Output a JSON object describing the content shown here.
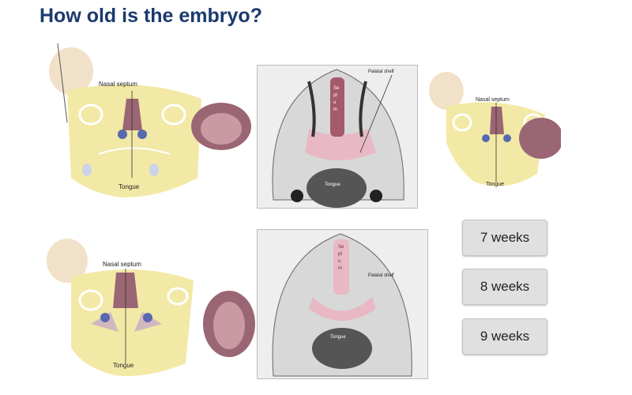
{
  "title": "How old is the embryo?",
  "panels": {
    "top_left": {
      "septum_label": "Nasal septum",
      "tongue_label": "Tongue"
    },
    "top_middle": {
      "shelf_label": "Palatal shelf",
      "tongue_label": "Tongue",
      "septum_letters": "Septum"
    },
    "top_right": {
      "septum_label": "Nasal septum",
      "tongue_label": "Tongue"
    },
    "bottom_left": {
      "septum_label": "Nasal septum",
      "tongue_label": "Tongue"
    },
    "bottom_middle": {
      "shelf_label": "Palatal shelf",
      "tongue_label": "Tongue",
      "septum_letters": "Septum"
    }
  },
  "answers": [
    {
      "label": "7 weeks"
    },
    {
      "label": "8 weeks"
    },
    {
      "label": "9 weeks"
    }
  ],
  "colors": {
    "title": "#1b3a6e",
    "face": "#f2e9a6",
    "septum": "#9a6673",
    "button": "#e0e0e0"
  }
}
